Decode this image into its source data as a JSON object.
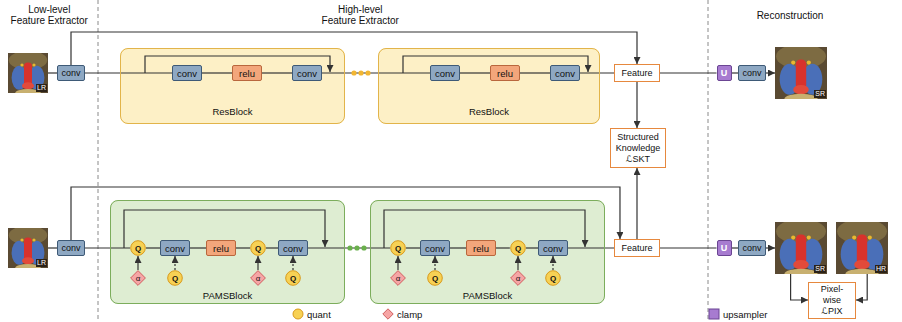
{
  "diagram": {
    "nodes": [
      {
        "text": [
          "LR"
        ]
      },
      {
        "text": [
          "conv"
        ]
      },
      {
        "text": [
          "ResBlock"
        ]
      },
      {
        "text": [
          "conv"
        ],
        "in": 2
      },
      {
        "text": [
          "relu"
        ],
        "in": 2
      },
      {
        "text": [
          "conv"
        ],
        "in": 2
      },
      {
        "text": [
          "ResBlock"
        ]
      },
      {
        "text": [
          "conv"
        ],
        "in": 6
      },
      {
        "text": [
          "relu"
        ],
        "in": 6
      },
      {
        "text": [
          "conv"
        ],
        "in": 6
      },
      {
        "text": [
          "Feature"
        ]
      },
      {
        "text": [
          "U"
        ]
      },
      {
        "text": [
          "conv"
        ]
      },
      {
        "text": [
          "SR"
        ]
      },
      {
        "text": [
          "Structured Knowledge",
          "ℒSKT"
        ]
      },
      {
        "text": [
          "LR"
        ]
      },
      {
        "text": [
          "conv"
        ]
      },
      {
        "text": [
          "PAMSBlock"
        ]
      },
      {
        "text": [
          "Q"
        ],
        "in": 17
      },
      {
        "text": [
          "α"
        ],
        "in": 17
      },
      {
        "text": [
          "conv"
        ],
        "in": 17
      },
      {
        "text": [
          "Q"
        ],
        "in": 17
      },
      {
        "text": [
          "relu"
        ],
        "in": 17
      },
      {
        "text": [
          "Q"
        ],
        "in": 17
      },
      {
        "text": [
          "α"
        ],
        "in": 17
      },
      {
        "text": [
          "conv"
        ],
        "in": 17
      },
      {
        "text": [
          "Q"
        ],
        "in": 17
      },
      {
        "text": [
          "PAMSBlock"
        ]
      },
      {
        "text": [
          "Q"
        ],
        "in": 27
      },
      {
        "text": [
          "α"
        ],
        "in": 27
      },
      {
        "text": [
          "conv"
        ],
        "in": 27
      },
      {
        "text": [
          "Q"
        ],
        "in": 27
      },
      {
        "text": [
          "relu"
        ],
        "in": 27
      },
      {
        "text": [
          "Q"
        ],
        "in": 27
      },
      {
        "text": [
          "α"
        ],
        "in": 27
      },
      {
        "text": [
          "conv"
        ],
        "in": 27
      },
      {
        "text": [
          "Q"
        ],
        "in": 27
      },
      {
        "text": [
          "Feature"
        ]
      },
      {
        "text": [
          "U"
        ]
      },
      {
        "text": [
          "conv"
        ]
      },
      {
        "text": [
          "SR"
        ]
      },
      {
        "text": [
          "HR"
        ]
      },
      {
        "text": [
          "Pixel-wise",
          "ℒPIX"
        ]
      }
    ],
    "edges": [
      {
        "from": 0,
        "to": 1,
        "arrow": "none"
      },
      {
        "from": 1,
        "to": 3,
        "arrow": "none"
      },
      {
        "from": 3,
        "to": 4,
        "arrow": "none"
      },
      {
        "from": 4,
        "to": 5,
        "arrow": "none"
      },
      {
        "from": 5,
        "to": 7,
        "arrow": "none"
      },
      {
        "from": 7,
        "to": 8,
        "arrow": "none"
      },
      {
        "from": 8,
        "to": 9,
        "arrow": "none"
      },
      {
        "from": 9,
        "to": 10,
        "arrow": "none"
      },
      {
        "from": 1,
        "to": 10,
        "arrow": "to"
      },
      {
        "from": 10,
        "to": 11,
        "arrow": "none"
      },
      {
        "from": 11,
        "to": 12,
        "arrow": "none"
      },
      {
        "from": 12,
        "to": 13,
        "arrow": "to"
      },
      {
        "from": 10,
        "to": 14,
        "arrow": "to"
      },
      {
        "from": 15,
        "to": 16,
        "arrow": "none"
      },
      {
        "from": 16,
        "to": 18,
        "arrow": "none"
      },
      {
        "from": 18,
        "to": 20,
        "arrow": "none"
      },
      {
        "from": 20,
        "to": 22,
        "arrow": "none"
      },
      {
        "from": 22,
        "to": 23,
        "arrow": "none"
      },
      {
        "from": 23,
        "to": 25,
        "arrow": "none"
      },
      {
        "from": 25,
        "to": 28,
        "arrow": "none"
      },
      {
        "from": 28,
        "to": 30,
        "arrow": "none"
      },
      {
        "from": 30,
        "to": 32,
        "arrow": "none"
      },
      {
        "from": 32,
        "to": 33,
        "arrow": "none"
      },
      {
        "from": 33,
        "to": 35,
        "arrow": "none"
      },
      {
        "from": 35,
        "to": 37,
        "arrow": "none"
      },
      {
        "from": 16,
        "to": 37,
        "arrow": "to"
      },
      {
        "from": 37,
        "to": 38,
        "arrow": "none"
      },
      {
        "from": 38,
        "to": 39,
        "arrow": "none"
      },
      {
        "from": 39,
        "to": 40,
        "arrow": "to"
      },
      {
        "from": 37,
        "to": 14,
        "arrow": "to"
      },
      {
        "from": 19,
        "to": 18,
        "arrow": "to"
      },
      {
        "from": 21,
        "to": 20,
        "arrow": "to"
      },
      {
        "from": 24,
        "to": 23,
        "arrow": "to"
      },
      {
        "from": 26,
        "to": 25,
        "arrow": "to"
      },
      {
        "from": 29,
        "to": 28,
        "arrow": "to"
      },
      {
        "from": 31,
        "to": 30,
        "arrow": "to"
      },
      {
        "from": 34,
        "to": 33,
        "arrow": "to"
      },
      {
        "from": 36,
        "to": 35,
        "arrow": "to"
      },
      {
        "from": 40,
        "to": 42,
        "arrow": "to"
      },
      {
        "from": 41,
        "to": 42,
        "arrow": "to"
      }
    ],
    "labels": [
      "Low-level Feature Extractor",
      "High-level Feature Extractor",
      "Reconstruction"
    ],
    "legend": [
      {
        "text": "quant",
        "color": "#f7d154"
      },
      {
        "text": "clamp",
        "color": "#f6a5a5"
      },
      {
        "text": "upsampler",
        "color": "#a77bd0"
      }
    ]
  }
}
